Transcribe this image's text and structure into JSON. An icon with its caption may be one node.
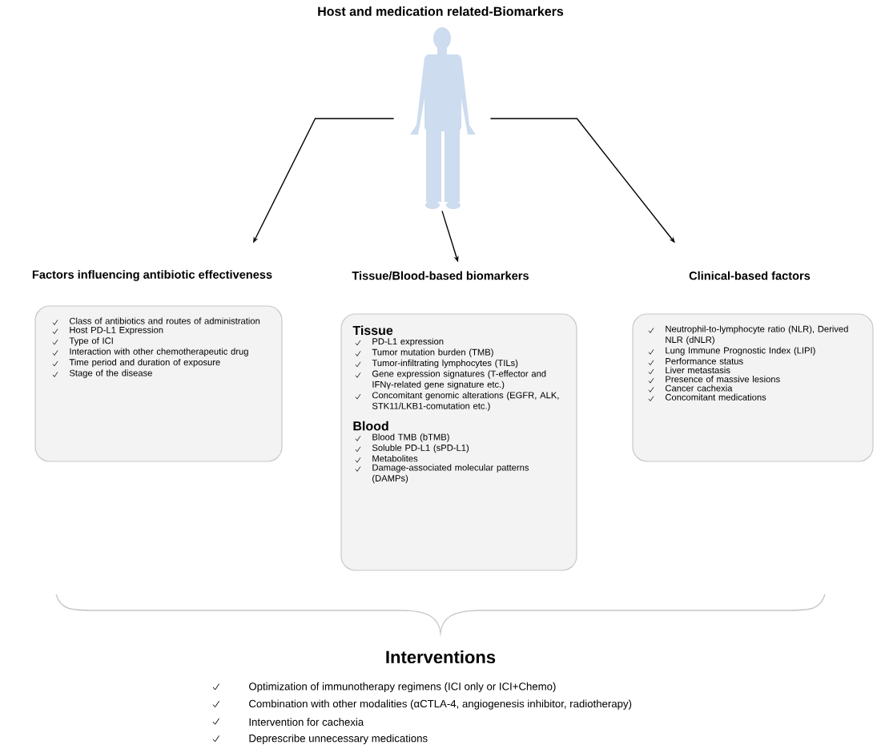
{
  "diagram": {
    "title": "Host and medication related-Biomarkers",
    "nodes": [
      {
        "text": [],
        "shape": "person"
      },
      {
        "text": [
          "Factors influencing antibiotic effectiveness",
          "Class of antibiotics and routes of administration",
          "Host PD-L1 Expression",
          "Type of ICI",
          "Interaction with other chemotherapeutic drug",
          "Time period and duration of exposure",
          "Stage of the disease"
        ]
      },
      {
        "text": [
          "Tissue/Blood-based biomarkers",
          "Tissue",
          "PD-L1 expression",
          "Tumor mutation burden (TMB)",
          "Tumor-infiltrating lymphocytes (TILs)",
          "Gene expression signatures (T-effector and IFNγ-related gene signature etc.)",
          "Concomitant genomic alterations (EGFR, ALK, STK11/LKB1-comutation etc.)",
          "Blood",
          "Blood TMB (bTMB)",
          "Soluble PD-L1 (sPD-L1)",
          "Metabolites",
          "Damage-associated molecular patterns (DAMPs)"
        ]
      },
      {
        "text": [
          "Clinical-based factors",
          "Neutrophil-to-lymphocyte ratio (NLR), Derived NLR (dNLR)",
          "Lung Immune Prognostic Index (LIPI)",
          "Performance status",
          "Liver metastasis",
          "Presence of massive lesions",
          "Cancer cachexia",
          "Concomitant medications"
        ]
      }
    ],
    "edges": [
      {
        "from": 0,
        "to": 1,
        "arrow": "to"
      },
      {
        "from": 0,
        "to": 2,
        "arrow": "to"
      },
      {
        "from": 0,
        "to": 3,
        "arrow": "to"
      }
    ],
    "labels": [
      "Interventions",
      "Optimization of immunotherapy regimens (ICI only or ICI+Chemo)",
      "Combination with other modalities (αCTLA-4, angiogenesis inhibitor, radiotherapy)",
      "Intervention for cachexia",
      "Deprescribe unnecessary medications"
    ]
  }
}
